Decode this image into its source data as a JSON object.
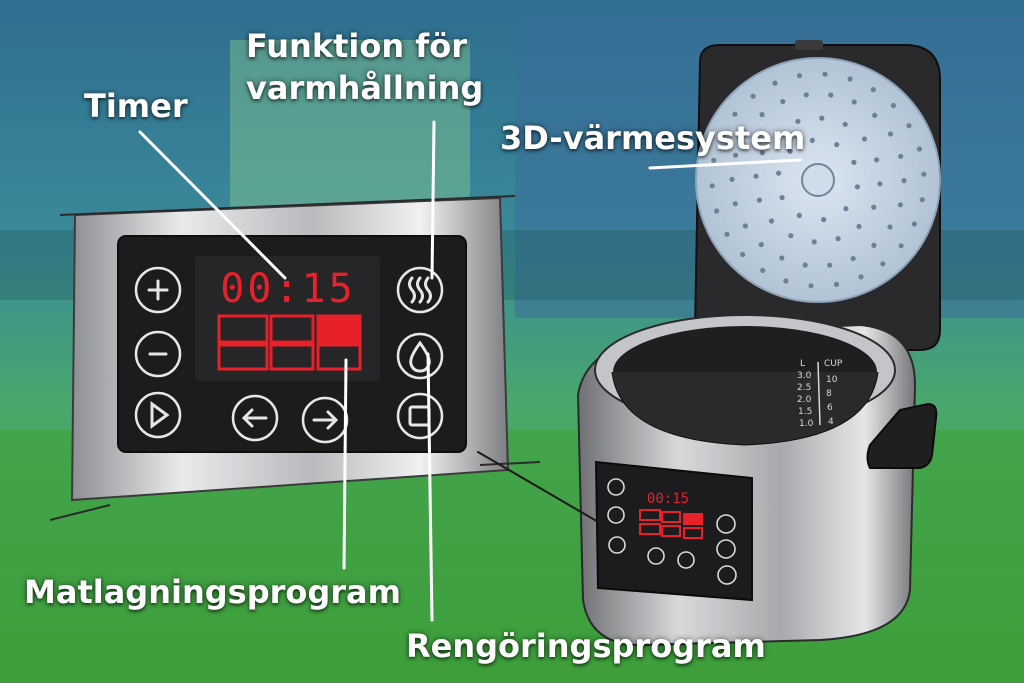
{
  "labels": {
    "timer": "Timer",
    "keep_warm_line1": "Funktion för",
    "keep_warm_line2": "varmhållning",
    "heating_system": "3D-värmesystem",
    "cooking_programs": "Matlagningsprogram",
    "cleaning_programs": "Rengöringsprogram"
  },
  "display": {
    "timer_text": "00:15",
    "small_timer_text": "00:15"
  },
  "bowl_scale": {
    "left_unit": "L",
    "right_unit": "CUP",
    "left_marks": [
      "3.0",
      "2.5",
      "2.0",
      "1.5",
      "1.0"
    ],
    "right_marks": [
      "10",
      "8",
      "6",
      "4"
    ]
  },
  "icons": {
    "plus": "plus-icon",
    "minus": "minus-icon",
    "play": "play-icon",
    "left_arrow": "arrow-left-icon",
    "right_arrow": "arrow-right-icon",
    "steam": "steam-icon",
    "drop": "drop-icon",
    "square": "square-icon"
  },
  "colors": {
    "led_red": "#e8202a",
    "panel_black": "#1d1d1f",
    "lid_inner": "#c9d8e8",
    "background_green": "#3aa03c",
    "background_blue": "#3f6f9a"
  }
}
